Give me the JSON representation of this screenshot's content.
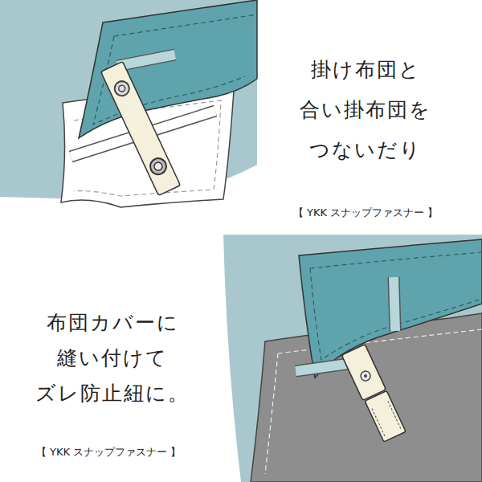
{
  "diagram": {
    "labels": [
      "掛け布団と 合い掛布団を つないだり",
      "【 YKK スナップファスナー 】",
      "布団カバーに 縫い付けて ズレ防止紐に。",
      "【 YKK スナップファスナー 】"
    ]
  }
}
